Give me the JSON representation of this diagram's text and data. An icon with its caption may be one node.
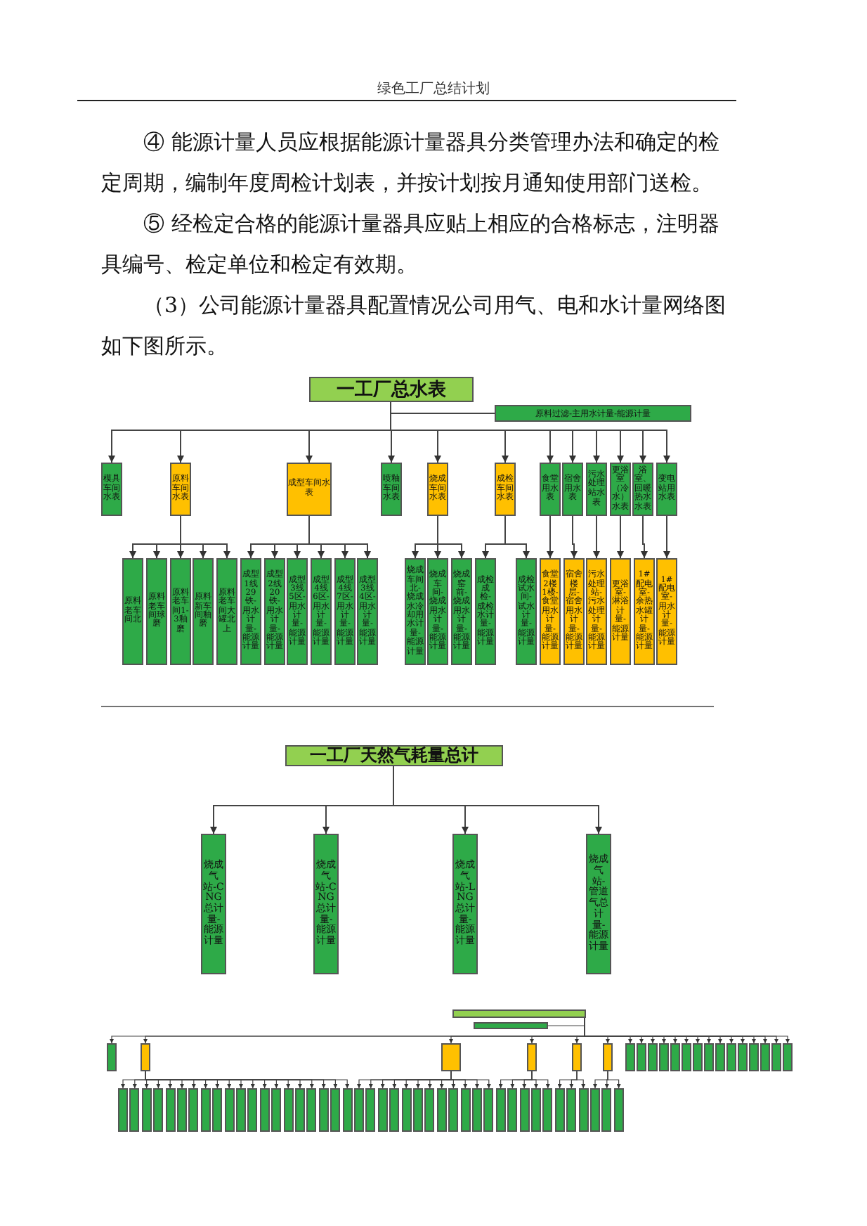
{
  "diagram": {
    "title": "绿色工厂总结计划",
    "labels": [
      "④ 能源计量人员应根据能源计量器具分类管理办法和确定的检定周期，编制年度周检计划表，并按计划按月通知使用部门送检。",
      "⑤ 经检定合格的能源计量器具应贴上相应的合格标志，注明器具编号、检定单位和检定有效期。",
      "（3）公司能源计量器具配置情况公司用气、电和水计量网络图如下图所示。"
    ],
    "nodes": [
      {
        "text": [
          "一工厂总水表"
        ]
      },
      {
        "text": [
          "原料过滤-主用水计量-能源计量"
        ]
      },
      {
        "text": [
          "模具车间水表"
        ]
      },
      {
        "text": [
          "原料车间水表"
        ]
      },
      {
        "text": [
          "成型车间水表"
        ]
      },
      {
        "text": [
          "喷釉车间水表"
        ]
      },
      {
        "text": [
          "烧成车间水表"
        ]
      },
      {
        "text": [
          "成检车间水表"
        ]
      },
      {
        "text": [
          "食堂用水表"
        ]
      },
      {
        "text": [
          "宿舍用水表"
        ]
      },
      {
        "text": [
          "污水处理站水表"
        ]
      },
      {
        "text": [
          "更浴室（冷水）水表"
        ]
      },
      {
        "text": [
          "浴室、回暖热水水表"
        ]
      },
      {
        "text": [
          "变电站用水表"
        ]
      },
      {
        "text": [
          "原料老车间北"
        ]
      },
      {
        "text": [
          "原料老车间球磨"
        ]
      },
      {
        "text": [
          "原料老车间1-3釉磨"
        ]
      },
      {
        "text": [
          "原料新车间釉磨"
        ]
      },
      {
        "text": [
          "原料老车间大罐北上"
        ]
      },
      {
        "text": [
          "成型1线29铁-用水计量-能源计量"
        ]
      },
      {
        "text": [
          "成型2线20铁-用水计量-能源计量"
        ]
      },
      {
        "text": [
          "成型3线5区-用水计量-能源计量"
        ]
      },
      {
        "text": [
          "成型4线6区-用水计量-能源计量"
        ]
      },
      {
        "text": [
          "成型4线7区-用水计量-能源计量"
        ]
      },
      {
        "text": [
          "成型3线4区-用水计量-能源计量"
        ]
      },
      {
        "text": [
          "烧成车间北-烧成水冷却用水计量-能源计量"
        ]
      },
      {
        "text": [
          "烧成车间-烧成用水计量-能源计量"
        ]
      },
      {
        "text": [
          "烧成窑前-烧成用水计量-能源计量"
        ]
      },
      {
        "text": [
          "成检成检-成检水计量-能源计量"
        ]
      },
      {
        "text": [
          "成检试水间-试水计量-能源计量"
        ]
      },
      {
        "text": [
          "食堂2楼1楼-食堂用水计量-能源计量"
        ]
      },
      {
        "text": [
          "宿舍楼层-宿舍用水计量-能源计量"
        ]
      },
      {
        "text": [
          "污水处理站-污水处理计量-能源计量"
        ]
      },
      {
        "text": [
          "更浴室-淋浴计量-能源计量"
        ]
      },
      {
        "text": [
          "1#配电室-余热水罐计量-能源计量"
        ]
      },
      {
        "text": [
          "1#配电室-用水计量-能源计量"
        ]
      },
      {
        "text": [
          "一工厂天然气耗量总计"
        ]
      },
      {
        "text": [
          "烧成气站-CNG总计量-能源计量"
        ]
      },
      {
        "text": [
          "烧成气站-CNG总计量-能源计量"
        ]
      },
      {
        "text": [
          "烧成气站-LNG总计量-能源计量"
        ]
      },
      {
        "text": [
          "烧成气站-管道气总计量-能源计量"
        ]
      },
      {
        "text": [],
        "shape": "box"
      },
      {
        "text": [],
        "shape": "box"
      },
      {
        "text": [],
        "shape": "box"
      },
      {
        "text": [],
        "shape": "box"
      },
      {
        "text": [],
        "shape": "box"
      },
      {
        "text": [],
        "shape": "box"
      },
      {
        "text": [],
        "shape": "box"
      },
      {
        "text": [],
        "shape": "box"
      },
      {
        "text": [],
        "shape": "box"
      },
      {
        "text": [],
        "shape": "box"
      },
      {
        "text": [],
        "shape": "box"
      },
      {
        "text": [],
        "shape": "box"
      },
      {
        "text": [],
        "shape": "box"
      },
      {
        "text": [],
        "shape": "box"
      },
      {
        "text": [],
        "shape": "box"
      },
      {
        "text": [],
        "shape": "box"
      },
      {
        "text": [],
        "shape": "box"
      },
      {
        "text": [],
        "shape": "box"
      },
      {
        "text": [],
        "shape": "box"
      },
      {
        "text": [],
        "shape": "box"
      },
      {
        "text": [],
        "shape": "box"
      },
      {
        "text": [],
        "shape": "box"
      },
      {
        "text": [],
        "shape": "box"
      },
      {
        "text": [],
        "shape": "box"
      },
      {
        "text": [],
        "shape": "box"
      },
      {
        "text": [],
        "shape": "box"
      },
      {
        "text": [],
        "shape": "box"
      },
      {
        "text": [],
        "shape": "box"
      },
      {
        "text": [],
        "shape": "box"
      },
      {
        "text": [],
        "shape": "box"
      },
      {
        "text": [],
        "shape": "box"
      },
      {
        "text": [],
        "shape": "box"
      },
      {
        "text": [],
        "shape": "box"
      },
      {
        "text": [],
        "shape": "box"
      },
      {
        "text": [],
        "shape": "box"
      },
      {
        "text": [],
        "shape": "box"
      },
      {
        "text": [],
        "shape": "box"
      },
      {
        "text": [],
        "shape": "box"
      },
      {
        "text": [],
        "shape": "box"
      },
      {
        "text": [],
        "shape": "box"
      },
      {
        "text": [],
        "shape": "box"
      },
      {
        "text": [],
        "shape": "box"
      },
      {
        "text": [],
        "shape": "box"
      },
      {
        "text": [],
        "shape": "box"
      },
      {
        "text": [],
        "shape": "box"
      },
      {
        "text": [],
        "shape": "box"
      },
      {
        "text": [],
        "shape": "box"
      },
      {
        "text": [],
        "shape": "box"
      },
      {
        "text": [],
        "shape": "box"
      },
      {
        "text": [],
        "shape": "box"
      },
      {
        "text": [],
        "shape": "box"
      },
      {
        "text": [],
        "shape": "box"
      },
      {
        "text": [],
        "shape": "box"
      },
      {
        "text": [],
        "shape": "box"
      },
      {
        "text": [],
        "shape": "box"
      },
      {
        "text": [],
        "shape": "box"
      },
      {
        "text": [],
        "shape": "box"
      },
      {
        "text": [],
        "shape": "box"
      },
      {
        "text": [],
        "shape": "box"
      },
      {
        "text": [],
        "shape": "box"
      },
      {
        "text": [],
        "shape": "box"
      },
      {
        "text": [],
        "shape": "box"
      },
      {
        "text": [],
        "shape": "box"
      },
      {
        "text": [],
        "shape": "box"
      },
      {
        "text": [],
        "shape": "box"
      },
      {
        "text": [],
        "shape": "box"
      }
    ],
    "edges": [
      {
        "from": 0,
        "to": 1,
        "arrow": "none"
      },
      {
        "from": 0,
        "to": 2,
        "arrow": "to"
      },
      {
        "from": 0,
        "to": 3,
        "arrow": "to"
      },
      {
        "from": 0,
        "to": 4,
        "arrow": "to"
      },
      {
        "from": 0,
        "to": 5,
        "arrow": "to"
      },
      {
        "from": 0,
        "to": 6,
        "arrow": "to"
      },
      {
        "from": 0,
        "to": 7,
        "arrow": "to"
      },
      {
        "from": 0,
        "to": 8,
        "arrow": "to"
      },
      {
        "from": 0,
        "to": 9,
        "arrow": "to"
      },
      {
        "from": 0,
        "to": 10,
        "arrow": "to"
      },
      {
        "from": 0,
        "to": 11,
        "arrow": "to"
      },
      {
        "from": 0,
        "to": 12,
        "arrow": "to"
      },
      {
        "from": 0,
        "to": 13,
        "arrow": "to"
      },
      {
        "from": 3,
        "to": 14,
        "arrow": "to"
      },
      {
        "from": 3,
        "to": 15,
        "arrow": "to"
      },
      {
        "from": 3,
        "to": 16,
        "arrow": "to"
      },
      {
        "from": 3,
        "to": 17,
        "arrow": "to"
      },
      {
        "from": 3,
        "to": 18,
        "arrow": "to"
      },
      {
        "from": 4,
        "to": 19,
        "arrow": "to"
      },
      {
        "from": 4,
        "to": 20,
        "arrow": "to"
      },
      {
        "from": 4,
        "to": 21,
        "arrow": "to"
      },
      {
        "from": 4,
        "to": 22,
        "arrow": "to"
      },
      {
        "from": 4,
        "to": 23,
        "arrow": "to"
      },
      {
        "from": 4,
        "to": 24,
        "arrow": "to"
      },
      {
        "from": 6,
        "to": 25,
        "arrow": "to"
      },
      {
        "from": 6,
        "to": 26,
        "arrow": "to"
      },
      {
        "from": 6,
        "to": 27,
        "arrow": "to"
      },
      {
        "from": 7,
        "to": 28,
        "arrow": "to"
      },
      {
        "from": 7,
        "to": 29,
        "arrow": "to"
      },
      {
        "from": 8,
        "to": 30,
        "arrow": "to"
      },
      {
        "from": 9,
        "to": 31,
        "arrow": "to"
      },
      {
        "from": 10,
        "to": 32,
        "arrow": "to"
      },
      {
        "from": 11,
        "to": 33,
        "arrow": "to"
      },
      {
        "from": 12,
        "to": 34,
        "arrow": "to"
      },
      {
        "from": 13,
        "to": 35,
        "arrow": "to"
      },
      {
        "from": 36,
        "to": 37,
        "arrow": "to"
      },
      {
        "from": 36,
        "to": 38,
        "arrow": "to"
      },
      {
        "from": 36,
        "to": 39,
        "arrow": "to"
      },
      {
        "from": 36,
        "to": 40,
        "arrow": "to"
      },
      {
        "from": 41,
        "to": 42,
        "arrow": "none"
      },
      {
        "from": 41,
        "to": 43,
        "arrow": "to"
      },
      {
        "from": 41,
        "to": 44,
        "arrow": "to"
      },
      {
        "from": 41,
        "to": 45,
        "arrow": "to"
      },
      {
        "from": 41,
        "to": 46,
        "arrow": "to"
      },
      {
        "from": 41,
        "to": 47,
        "arrow": "to"
      },
      {
        "from": 41,
        "to": 48,
        "arrow": "to"
      },
      {
        "from": 41,
        "to": 49,
        "arrow": "to"
      },
      {
        "from": 41,
        "to": 50,
        "arrow": "to"
      },
      {
        "from": 41,
        "to": 51,
        "arrow": "to"
      },
      {
        "from": 41,
        "to": 52,
        "arrow": "to"
      },
      {
        "from": 41,
        "to": 53,
        "arrow": "to"
      },
      {
        "from": 41,
        "to": 54,
        "arrow": "to"
      },
      {
        "from": 41,
        "to": 55,
        "arrow": "to"
      },
      {
        "from": 41,
        "to": 56,
        "arrow": "to"
      },
      {
        "from": 41,
        "to": 57,
        "arrow": "to"
      },
      {
        "from": 41,
        "to": 58,
        "arrow": "to"
      },
      {
        "from": 41,
        "to": 59,
        "arrow": "to"
      },
      {
        "from": 41,
        "to": 60,
        "arrow": "to"
      },
      {
        "from": 41,
        "to": 61,
        "arrow": "to"
      },
      {
        "from": 41,
        "to": 62,
        "arrow": "to"
      },
      {
        "from": 41,
        "to": 63,
        "arrow": "to"
      },
      {
        "from": 44,
        "to": 64,
        "arrow": "to"
      },
      {
        "from": 44,
        "to": 65,
        "arrow": "to"
      },
      {
        "from": 44,
        "to": 66,
        "arrow": "to"
      },
      {
        "from": 44,
        "to": 67,
        "arrow": "to"
      },
      {
        "from": 44,
        "to": 68,
        "arrow": "to"
      },
      {
        "from": 44,
        "to": 69,
        "arrow": "to"
      },
      {
        "from": 44,
        "to": 70,
        "arrow": "to"
      },
      {
        "from": 44,
        "to": 71,
        "arrow": "to"
      },
      {
        "from": 44,
        "to": 72,
        "arrow": "to"
      },
      {
        "from": 44,
        "to": 73,
        "arrow": "to"
      },
      {
        "from": 44,
        "to": 74,
        "arrow": "to"
      },
      {
        "from": 44,
        "to": 75,
        "arrow": "to"
      },
      {
        "from": 44,
        "to": 76,
        "arrow": "to"
      },
      {
        "from": 44,
        "to": 77,
        "arrow": "to"
      },
      {
        "from": 44,
        "to": 78,
        "arrow": "to"
      },
      {
        "from": 44,
        "to": 79,
        "arrow": "to"
      },
      {
        "from": 44,
        "to": 80,
        "arrow": "to"
      },
      {
        "from": 44,
        "to": 81,
        "arrow": "to"
      },
      {
        "from": 44,
        "to": 82,
        "arrow": "to"
      },
      {
        "from": 44,
        "to": 83,
        "arrow": "to"
      },
      {
        "from": 45,
        "to": 84,
        "arrow": "to"
      },
      {
        "from": 45,
        "to": 85,
        "arrow": "to"
      },
      {
        "from": 45,
        "to": 86,
        "arrow": "to"
      },
      {
        "from": 45,
        "to": 87,
        "arrow": "to"
      },
      {
        "from": 45,
        "to": 88,
        "arrow": "to"
      },
      {
        "from": 45,
        "to": 89,
        "arrow": "to"
      },
      {
        "from": 45,
        "to": 90,
        "arrow": "to"
      },
      {
        "from": 45,
        "to": 91,
        "arrow": "to"
      },
      {
        "from": 45,
        "to": 92,
        "arrow": "to"
      },
      {
        "from": 45,
        "to": 93,
        "arrow": "to"
      },
      {
        "from": 45,
        "to": 94,
        "arrow": "to"
      },
      {
        "from": 45,
        "to": 95,
        "arrow": "to"
      },
      {
        "from": 46,
        "to": 96,
        "arrow": "to"
      },
      {
        "from": 46,
        "to": 97,
        "arrow": "to"
      },
      {
        "from": 46,
        "to": 98,
        "arrow": "to"
      },
      {
        "from": 46,
        "to": 99,
        "arrow": "to"
      },
      {
        "from": 46,
        "to": 100,
        "arrow": "to"
      },
      {
        "from": 47,
        "to": 101,
        "arrow": "to"
      },
      {
        "from": 47,
        "to": 102,
        "arrow": "to"
      },
      {
        "from": 47,
        "to": 103,
        "arrow": "to"
      },
      {
        "from": 48,
        "to": 104,
        "arrow": "to"
      },
      {
        "from": 48,
        "to": 105,
        "arrow": "to"
      },
      {
        "from": 48,
        "to": 106,
        "arrow": "to"
      }
    ]
  }
}
